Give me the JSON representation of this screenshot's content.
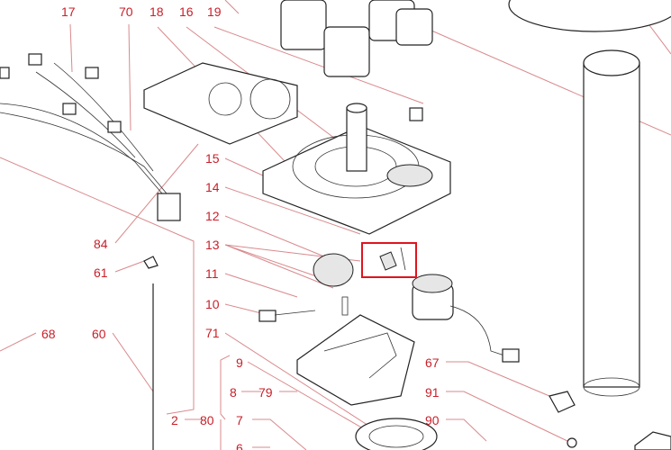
{
  "diagram": {
    "title": "Exploded parts diagram",
    "highlight_color": "#e0141e",
    "label_color": "#c8202a",
    "labels": {
      "l17": "17",
      "l70": "70",
      "l18": "18",
      "l16": "16",
      "l19": "19",
      "l15": "15",
      "l14": "14",
      "l12": "12",
      "l13": "13",
      "l11": "11",
      "l10": "10",
      "l71": "71",
      "l84": "84",
      "l61": "61",
      "l68": "68",
      "l60": "60",
      "l9": "9",
      "l8": "8",
      "l79": "79",
      "l2": "2",
      "l80": "80",
      "l7": "7",
      "l6": "6",
      "l67": "67",
      "l91": "91",
      "l90": "90"
    }
  }
}
